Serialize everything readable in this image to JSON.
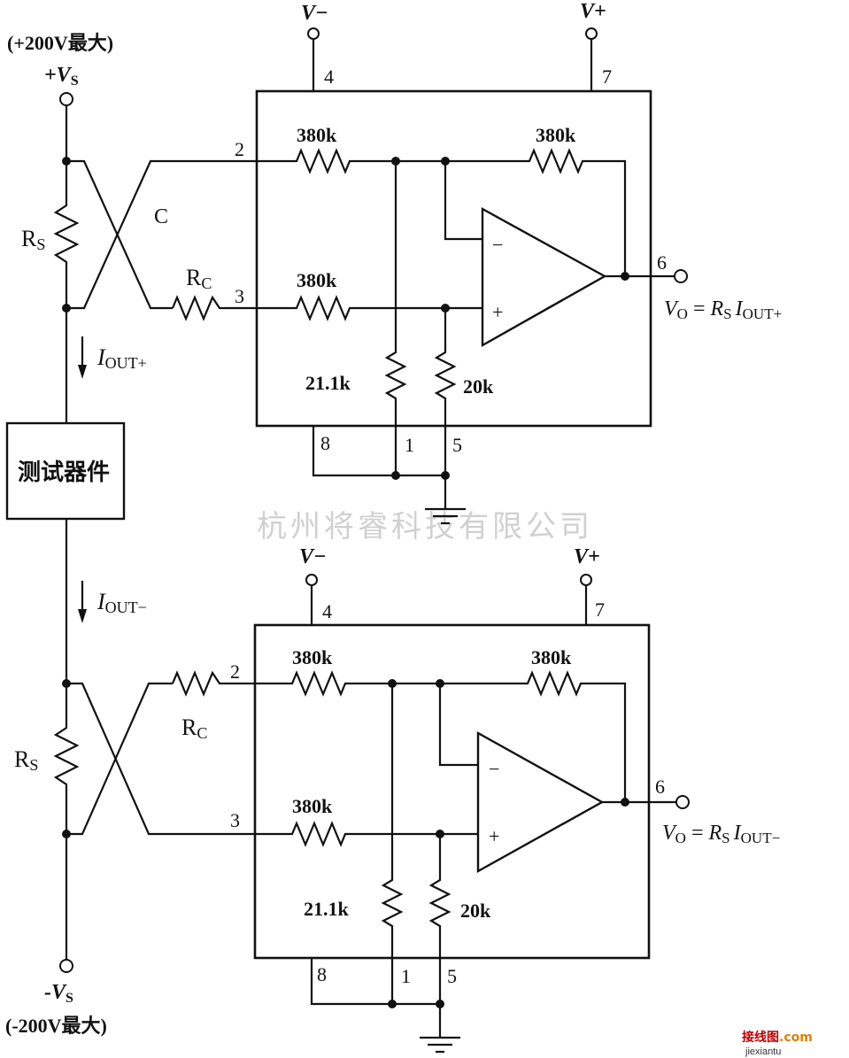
{
  "supply_top": {
    "max": "(+200V最大)",
    "name": "+V",
    "sub": "S"
  },
  "supply_bottom": {
    "max": "(-200V最大)",
    "name": "-V",
    "sub": "S"
  },
  "dut_label": "测试器件",
  "watermark": "杭州将睿科技有限公司",
  "top_circuit": {
    "vminus": "V−",
    "vplus": "V+",
    "pin4": "4",
    "pin7": "7",
    "pin2": "2",
    "pin3": "3",
    "pin6": "6",
    "pin8": "8",
    "pin1": "1",
    "pin5": "5",
    "r_in_top": "380k",
    "r_fb": "380k",
    "r_in_bot": "380k",
    "r_ref1": "21.1k",
    "r_ref2": "20k",
    "rs": "R",
    "rs_sub": "S",
    "rc": "R",
    "rc_sub": "C",
    "c_label": "C",
    "iout": "I",
    "iout_sub": "OUT+",
    "op_minus": "−",
    "op_plus": "+",
    "vo": "V",
    "vo_sub": "O",
    "vo_eq": " = ",
    "vo_rs": "R",
    "vo_rs_sub": "S",
    "vo_i": "I",
    "vo_i_sub": "OUT+"
  },
  "bottom_circuit": {
    "vminus": "V−",
    "vplus": "V+",
    "pin4": "4",
    "pin7": "7",
    "pin2": "2",
    "pin3": "3",
    "pin6": "6",
    "pin8": "8",
    "pin1": "1",
    "pin5": "5",
    "r_in_top": "380k",
    "r_fb": "380k",
    "r_in_bot": "380k",
    "r_ref1": "21.1k",
    "r_ref2": "20k",
    "rs": "R",
    "rs_sub": "S",
    "rc": "R",
    "rc_sub": "C",
    "iout": "I",
    "iout_sub": "OUT−",
    "op_minus": "−",
    "op_plus": "+",
    "vo": "V",
    "vo_sub": "O",
    "vo_eq": " = ",
    "vo_rs": "R",
    "vo_rs_sub": "S",
    "vo_i": "I",
    "vo_i_sub": "OUT−"
  },
  "corner_logo": {
    "main": "接线图",
    "dot": ".com",
    "sub": "jiexiantu"
  }
}
